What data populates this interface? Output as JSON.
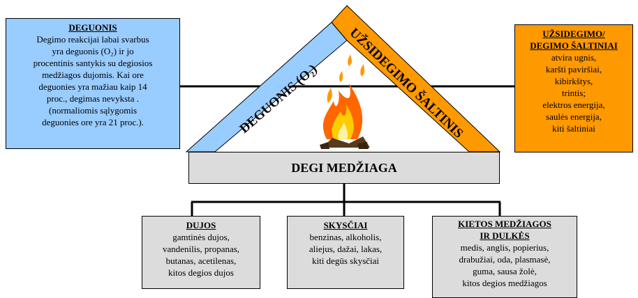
{
  "oxygen_box": {
    "title": "DEGUONIS",
    "lines": [
      "Degimo reakcijai labai svarbus",
      "yra deguonis (O₂) ir jo",
      "procentinis santykis su degiosios",
      "medžiagos dujomis. Kai ore",
      "deguonies yra mažiau kaip 14",
      "proc., degimas nevyksta .",
      "(normaliomis sąlygomis",
      "deguonies ore yra 21 proc.)."
    ]
  },
  "ignition_box": {
    "title_line1": "UŽSIDEGIMO/",
    "title_line2": "DEGIMO ŠALTINIAI",
    "lines": [
      "atvira ugnis,",
      "karšti paviršiai,",
      "kibirkštys,",
      "trintis;",
      "elektros energija,",
      "saulės energija,",
      "kiti šaltiniai"
    ]
  },
  "triangle": {
    "left_side_label": "DEGUONIS (O₂)",
    "right_side_label": "UŽSIDEGIMO ŠALTINIS",
    "colors": {
      "left": "#99ccff",
      "right": "#ff9900"
    }
  },
  "substance_box": {
    "label": "DEGI MEDŽIAGA"
  },
  "gas_box": {
    "title": "DUJOS",
    "lines": [
      "gamtinės dujos,",
      "vandenilis, propanas,",
      "butanas, acetilenas,",
      "kitos degios dujos"
    ]
  },
  "liquid_box": {
    "title": "SKYSČIAI",
    "lines": [
      "benzinas, alkoholis,",
      "aliejus, dažai, lakas,",
      "kiti degūs skysčiai"
    ]
  },
  "solid_box": {
    "title_line1": "KIETOS MEDŽIAGOS",
    "title_line2": "IR DULKĖS",
    "lines": [
      "medis, anglis, popierius,",
      "drabužiai, oda, plasmasė,",
      "guma, sausa žolė,",
      "kitos degios medžiagos"
    ]
  },
  "icons": {
    "fire": "campfire-icon"
  }
}
